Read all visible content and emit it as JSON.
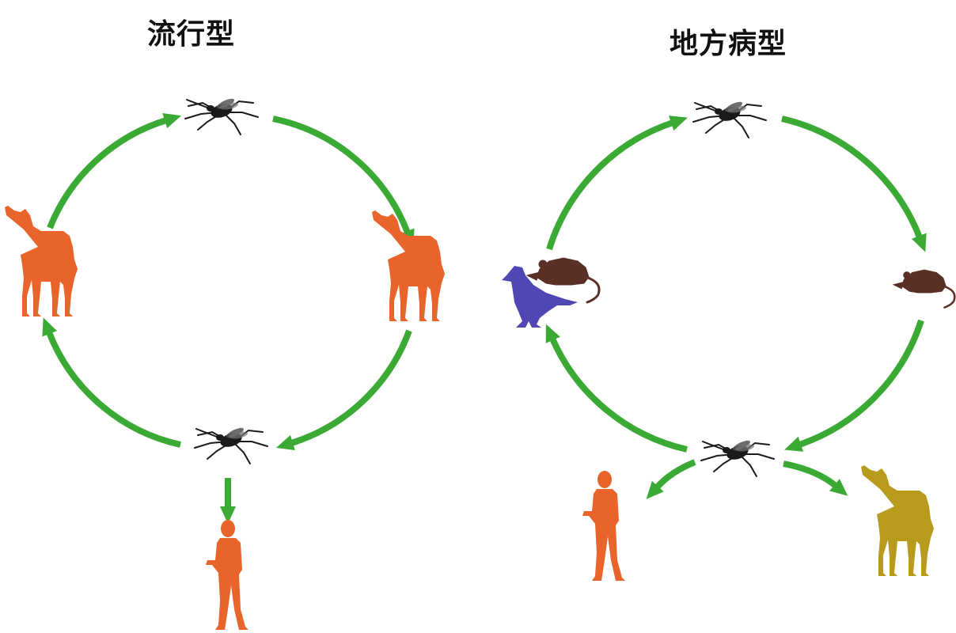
{
  "panels": {
    "left": {
      "title": "流行型"
    },
    "right": {
      "title": "地方病型"
    }
  },
  "colors": {
    "arrow": "#3aaa35",
    "horse": "#e8642a",
    "human": "#e8642a",
    "rodent": "#5a2f26",
    "bird": "#5046b4",
    "incidental_horse": "#b89b1c",
    "mosquito": "#1a1a1a"
  },
  "icons": [
    "mosquito-icon",
    "horse-icon",
    "human-icon",
    "rat-icon",
    "bird-icon",
    "arrow"
  ]
}
